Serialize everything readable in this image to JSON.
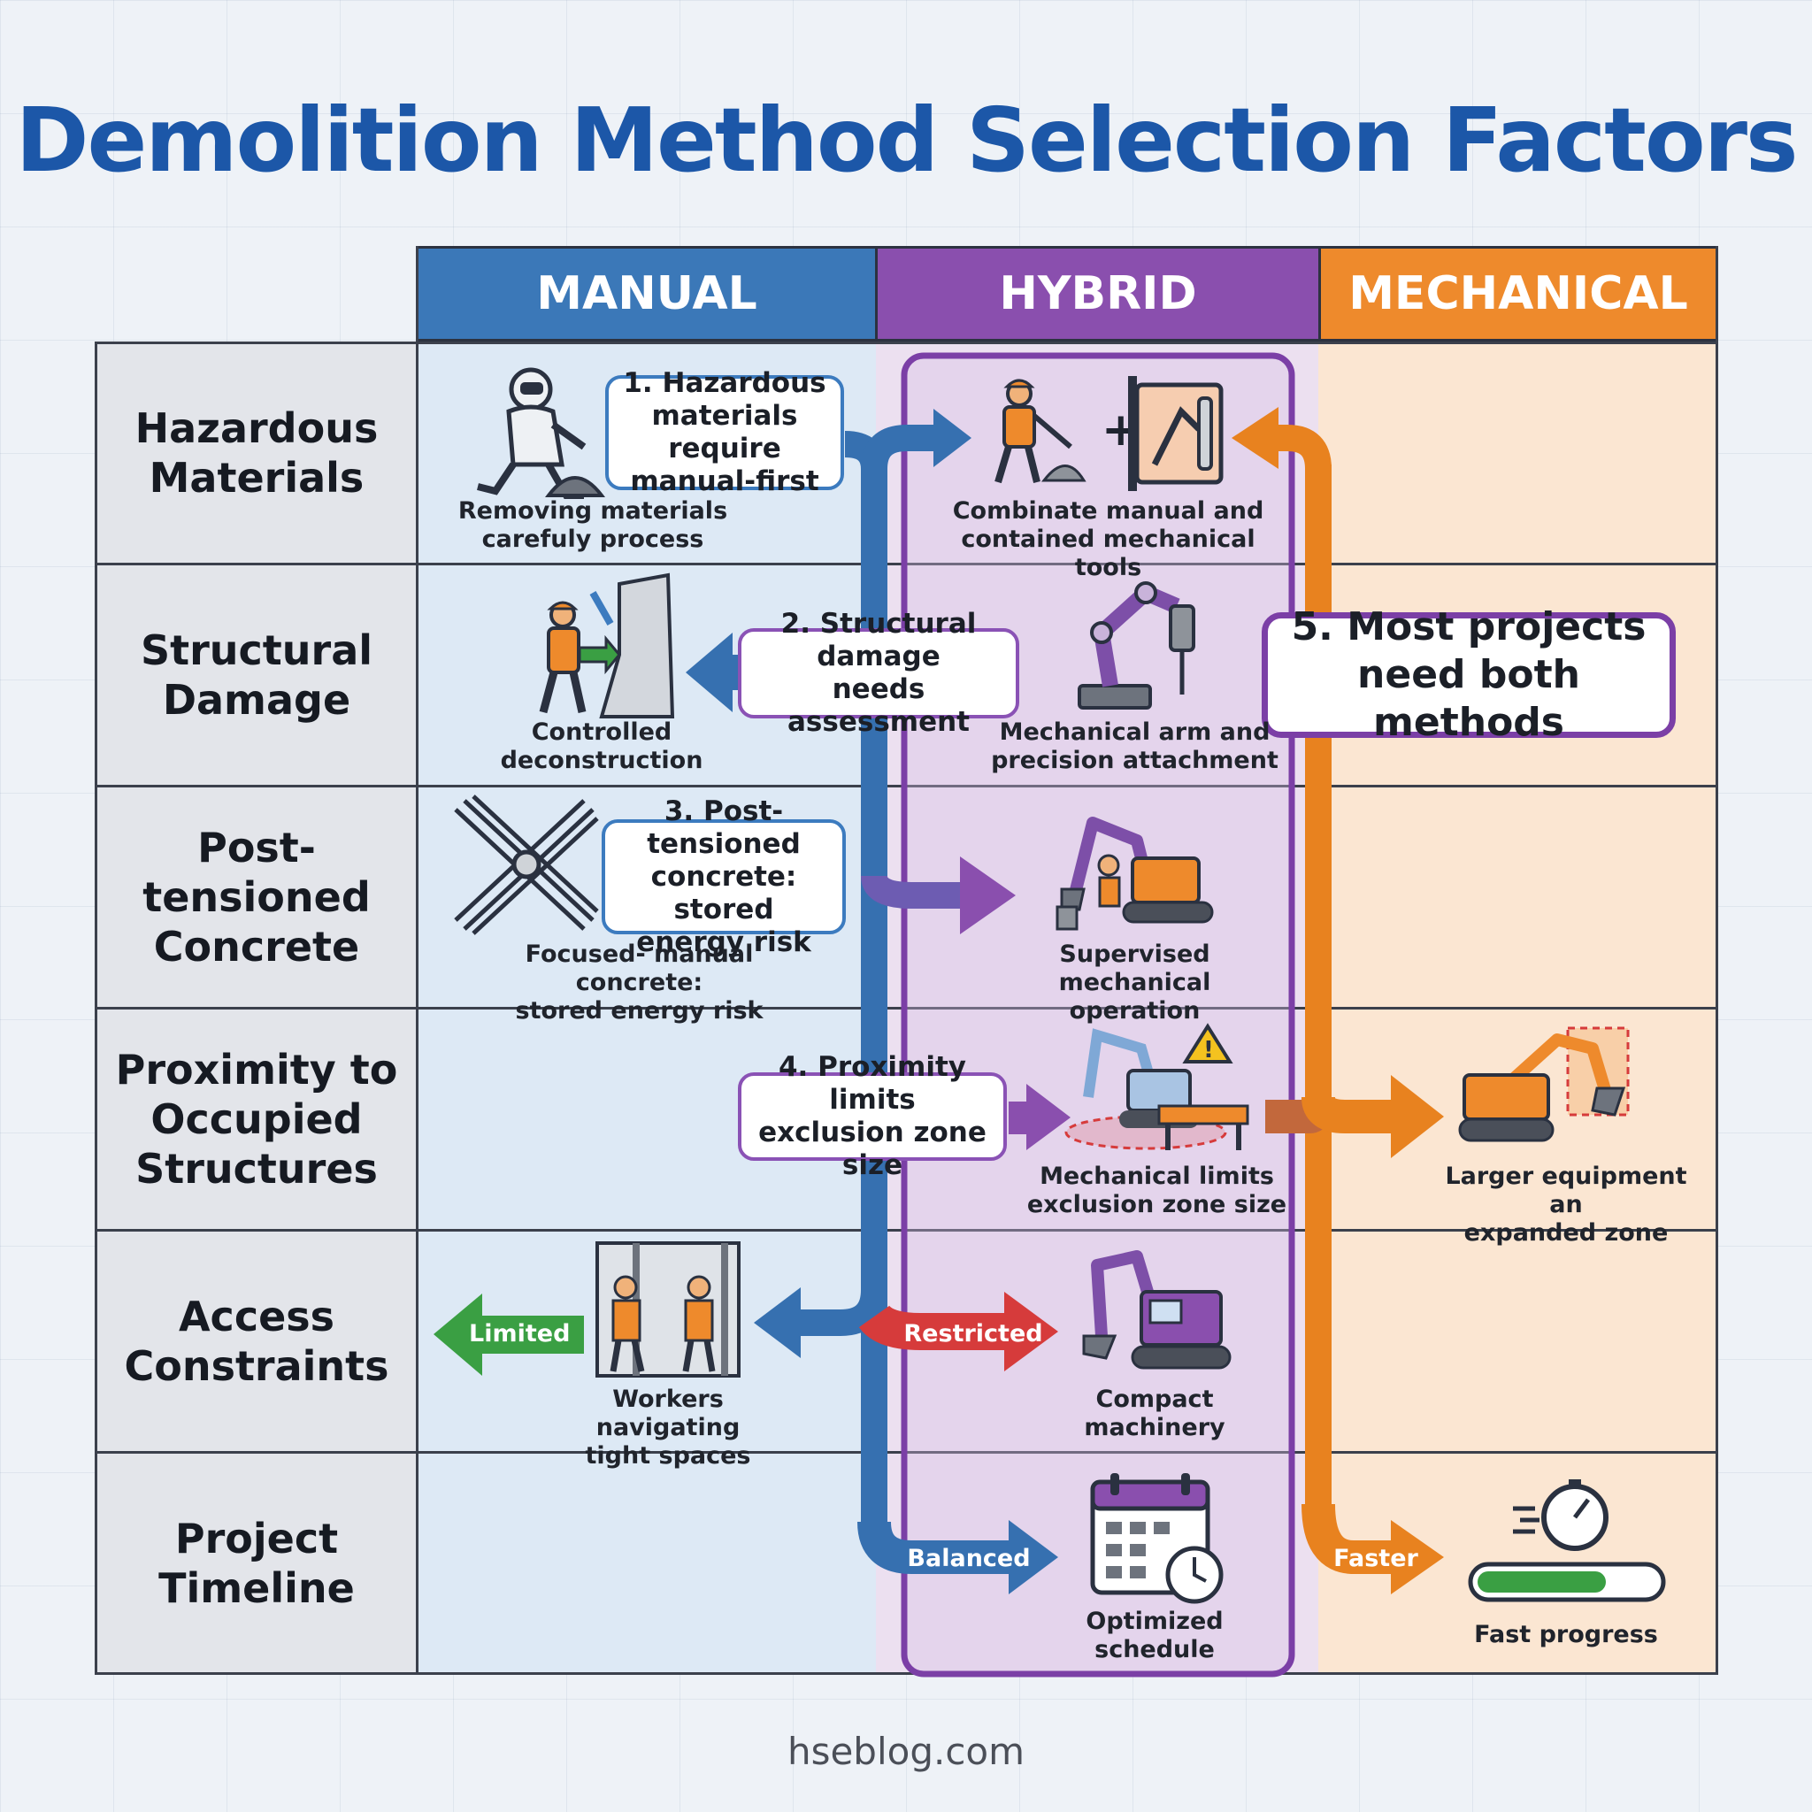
{
  "title": "Demolition Method Selection Factors",
  "columns": {
    "manual": "MANUAL",
    "hybrid": "HYBRID",
    "mechanical": "MECHANICAL"
  },
  "rows": [
    "Hazardous\nMaterials",
    "Structural\nDamage",
    "Post-tensioned\nConcrete",
    "Proximity to\nOccupied\nStructures",
    "Access\nConstraints",
    "Project\nTimeline"
  ],
  "callouts": {
    "c1": "1. Hazardous\nmaterials require\nmanual-first",
    "c2": "2. Structural damage\nneeds assessment",
    "c3": "3. Post-tensioned\nconcrete: stored\nenergy risk",
    "c4": "4. Proximity limits\nexclusion zone size",
    "c5": "5. Most projects\nneed both methods"
  },
  "captions": {
    "manual_hazard": "Removing materials\ncarefuly process",
    "hybrid_hazard": "Combinate manual and\ncontained mechanical tools",
    "manual_structural": "Controlled\ndeconstruction",
    "hybrid_structural": "Mechanical arm and\nprecision attachment",
    "manual_pt": "Focused- manual concrete:\nstored energy risk",
    "hybrid_pt": "Supervised mechanical\noperation",
    "hybrid_proximity": "Mechanical limits\nexclusion zone size",
    "mech_proximity": "Larger equipment an\nexpanded zone",
    "manual_access": "Workers navigating\ntight spaces",
    "hybrid_access": "Compact\nmachinery",
    "hybrid_timeline": "Optimized\nschedule",
    "mech_timeline": "Fast progress"
  },
  "arrow_labels": {
    "limited": "Limited",
    "restricted": "Restricted",
    "balanced": "Balanced",
    "faster": "Faster"
  },
  "progress_fraction": 0.72,
  "colors": {
    "title": "#1c57a8",
    "manual": "#3b78b8",
    "hybrid": "#8a4fae",
    "mechanical": "#ee8a2c",
    "green": "#3a9f43",
    "red": "#d63b3b"
  },
  "footer": "hseblog.com"
}
